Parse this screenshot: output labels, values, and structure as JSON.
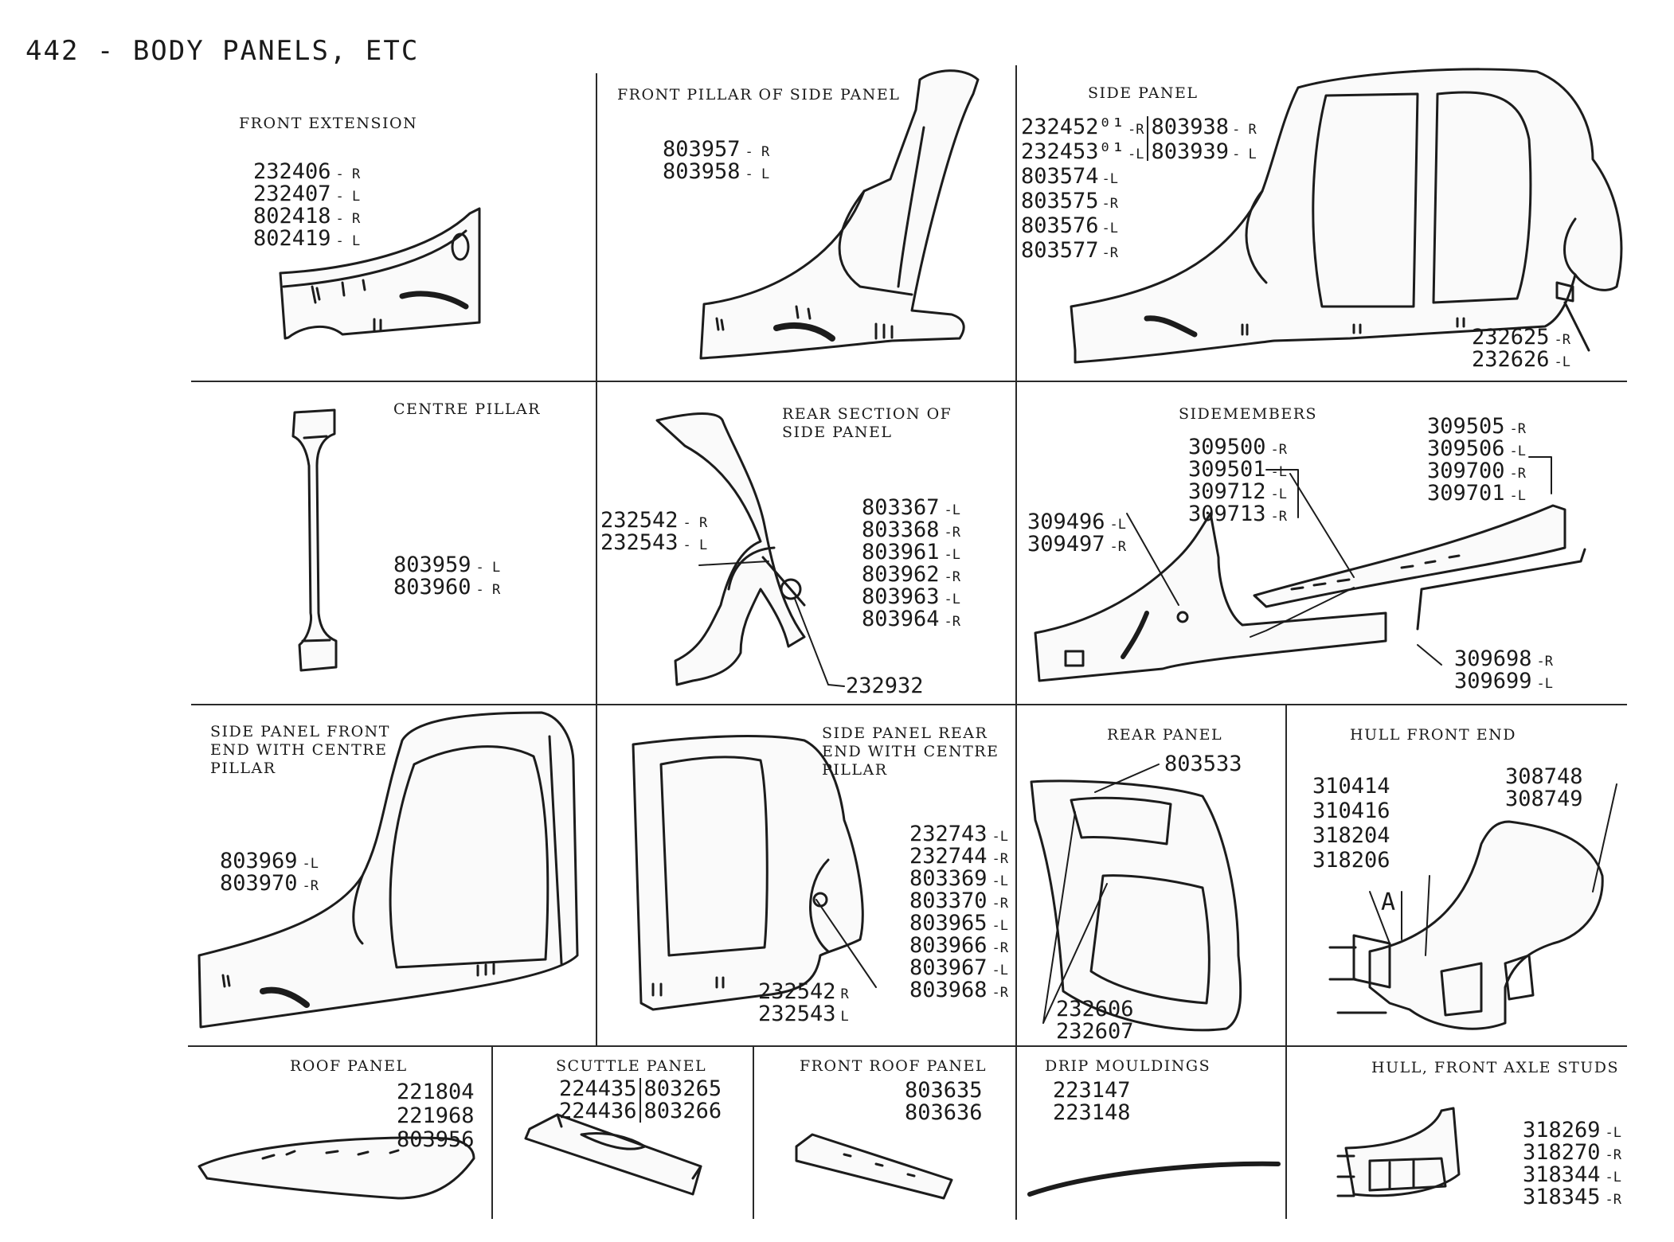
{
  "page_title": "442 - BODY PANELS, ETC",
  "sections": {
    "front_extension": {
      "title": "FRONT EXTENSION",
      "parts": [
        {
          "number": "232406",
          "side": "- R"
        },
        {
          "number": "232407",
          "side": "- L"
        },
        {
          "number": "802418",
          "side": "- R"
        },
        {
          "number": "802419",
          "side": "- L"
        }
      ]
    },
    "front_pillar": {
      "title": "FRONT PILLAR OF SIDE PANEL",
      "parts": [
        {
          "number": "803957",
          "side": "- R"
        },
        {
          "number": "803958",
          "side": "- L"
        }
      ]
    },
    "side_panel": {
      "title": "SIDE PANEL",
      "col1": [
        {
          "number": "232452⁰¹",
          "side": "-R"
        },
        {
          "number": "232453⁰¹",
          "side": "-L"
        },
        {
          "number": "803574",
          "side": "-L"
        },
        {
          "number": "803575",
          "side": "-R"
        },
        {
          "number": "803576",
          "side": "-L"
        },
        {
          "number": "803577",
          "side": "-R"
        }
      ],
      "col2": [
        {
          "number": "803938",
          "side": "- R"
        },
        {
          "number": "803939",
          "side": "- L"
        }
      ],
      "bracket_parts": [
        {
          "number": "232625",
          "side": "-R"
        },
        {
          "number": "232626",
          "side": "-L"
        }
      ]
    },
    "centre_pillar": {
      "title": "CENTRE PILLAR",
      "parts": [
        {
          "number": "803959",
          "side": "- L"
        },
        {
          "number": "803960",
          "side": "- R"
        }
      ]
    },
    "rear_section": {
      "title": "REAR SECTION OF\nSIDE PANEL",
      "left_parts": [
        {
          "number": "232542",
          "side": "- R"
        },
        {
          "number": "232543",
          "side": "- L"
        }
      ],
      "right_parts": [
        {
          "number": "803367",
          "side": "-L"
        },
        {
          "number": "803368",
          "side": "-R"
        },
        {
          "number": "803961",
          "side": "-L"
        },
        {
          "number": "803962",
          "side": "-R"
        },
        {
          "number": "803963",
          "side": "-L"
        },
        {
          "number": "803964",
          "side": "-R"
        }
      ],
      "bottom_part": "232932"
    },
    "sidemembers": {
      "title": "SIDEMEMBERS",
      "mid_parts": [
        {
          "number": "309500",
          "side": "-R"
        },
        {
          "number": "309501",
          "side": "-L"
        },
        {
          "number": "309712",
          "side": "-L"
        },
        {
          "number": "309713",
          "side": "-R"
        }
      ],
      "left_parts": [
        {
          "number": "309496",
          "side": "-L"
        },
        {
          "number": "309497",
          "side": "-R"
        }
      ],
      "right_parts": [
        {
          "number": "309505",
          "side": "-R"
        },
        {
          "number": "309506",
          "side": "-L"
        },
        {
          "number": "309700",
          "side": "-R"
        },
        {
          "number": "309701",
          "side": "-L"
        }
      ],
      "bottom_parts": [
        {
          "number": "309698",
          "side": "-R"
        },
        {
          "number": "309699",
          "side": "-L"
        }
      ]
    },
    "side_panel_front_end": {
      "title": "SIDE PANEL FRONT\nEND WITH CENTRE\nPILLAR",
      "parts": [
        {
          "number": "803969",
          "side": "-L"
        },
        {
          "number": "803970",
          "side": "-R"
        }
      ]
    },
    "side_panel_rear_end": {
      "title": "SIDE PANEL REAR\nEND WITH CENTRE\nPILLAR",
      "parts": [
        {
          "number": "232743",
          "side": "-L"
        },
        {
          "number": "232744",
          "side": "-R"
        },
        {
          "number": "803369",
          "side": "-L"
        },
        {
          "number": "803370",
          "side": "-R"
        },
        {
          "number": "803965",
          "side": "-L"
        },
        {
          "number": "803966",
          "side": "-R"
        },
        {
          "number": "803967",
          "side": "-L"
        },
        {
          "number": "803968",
          "side": "-R"
        }
      ],
      "bottom_parts": [
        {
          "number": "232542",
          "side": "R"
        },
        {
          "number": "232543",
          "side": "L"
        }
      ]
    },
    "rear_panel": {
      "title": "REAR PANEL",
      "top_part": "803533",
      "bottom_parts": [
        "232606",
        "232607"
      ]
    },
    "hull_front_end": {
      "title": "HULL FRONT END",
      "left_parts": [
        "310414",
        "310416",
        "318204",
        "318206"
      ],
      "right_parts": [
        "308748",
        "308749"
      ],
      "callout": "A"
    },
    "roof_panel": {
      "title": "ROOF PANEL",
      "parts": [
        "221804",
        "221968",
        "803956"
      ]
    },
    "scuttle_panel": {
      "title": "SCUTTLE PANEL",
      "col1": [
        "224435",
        "224436"
      ],
      "col2": [
        "803265",
        "803266"
      ]
    },
    "front_roof_panel": {
      "title": "FRONT ROOF PANEL",
      "parts": [
        "803635",
        "803636"
      ]
    },
    "drip_mouldings": {
      "title": "DRIP MOULDINGS",
      "parts": [
        "223147",
        "223148"
      ]
    },
    "hull_axle_studs": {
      "title": "HULL, FRONT AXLE STUDS",
      "parts": [
        {
          "number": "318269",
          "side": "-L"
        },
        {
          "number": "318270",
          "side": "-R"
        },
        {
          "number": "318344",
          "side": "-L"
        },
        {
          "number": "318345",
          "side": "-R"
        }
      ]
    }
  }
}
